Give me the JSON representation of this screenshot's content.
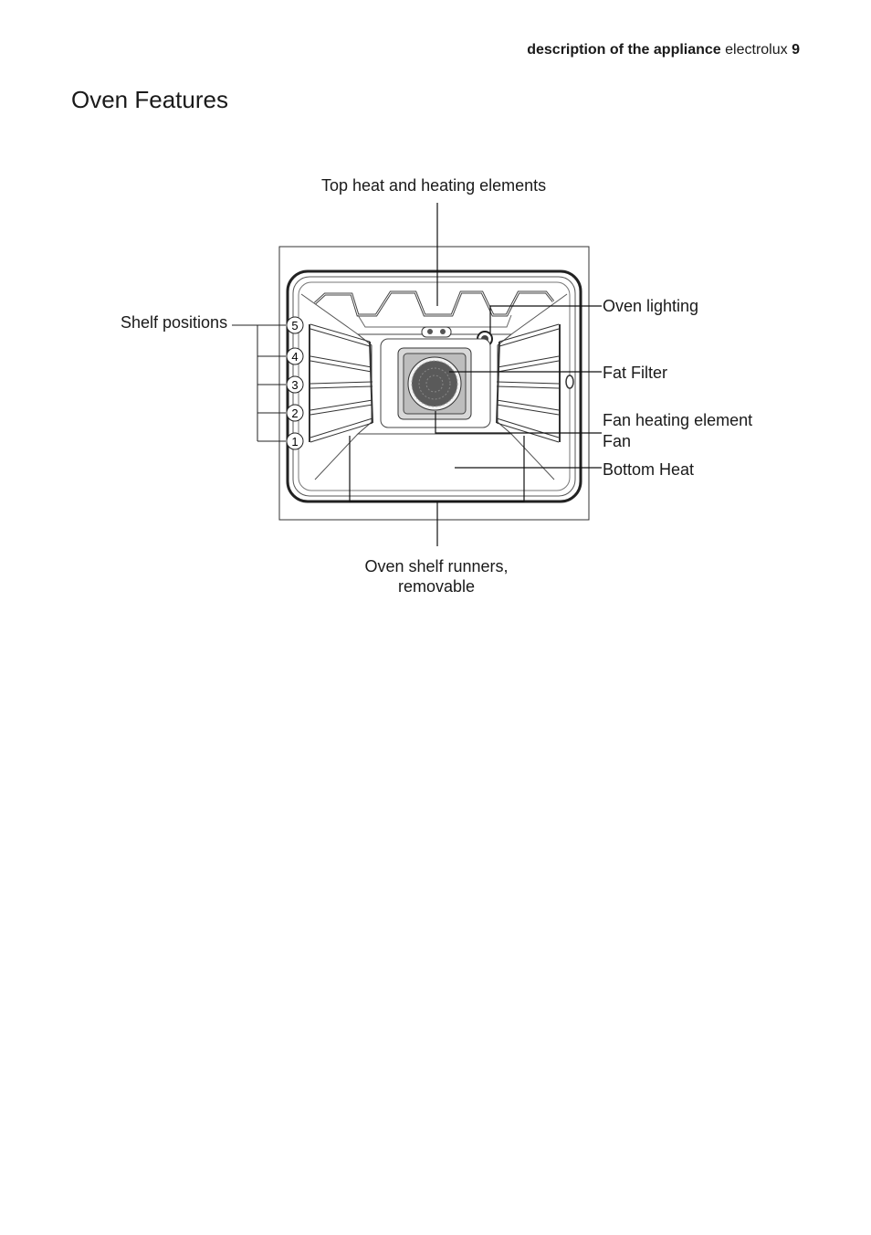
{
  "header": {
    "section": "description of the appliance",
    "brand": "electrolux",
    "page_number": "9"
  },
  "title": "Oven Features",
  "diagram": {
    "labels": {
      "top_heat": "Top heat and heating elements",
      "shelf_positions": "Shelf positions",
      "oven_lighting": "Oven lighting",
      "fat_filter": "Fat Filter",
      "fan_heating_element": "Fan heating element",
      "fan": "Fan",
      "bottom_heat": "Bottom Heat",
      "runners_line1": "Oven shelf runners,",
      "runners_line2": "removable"
    },
    "shelf_numbers": [
      "5",
      "4",
      "3",
      "2",
      "1"
    ]
  }
}
